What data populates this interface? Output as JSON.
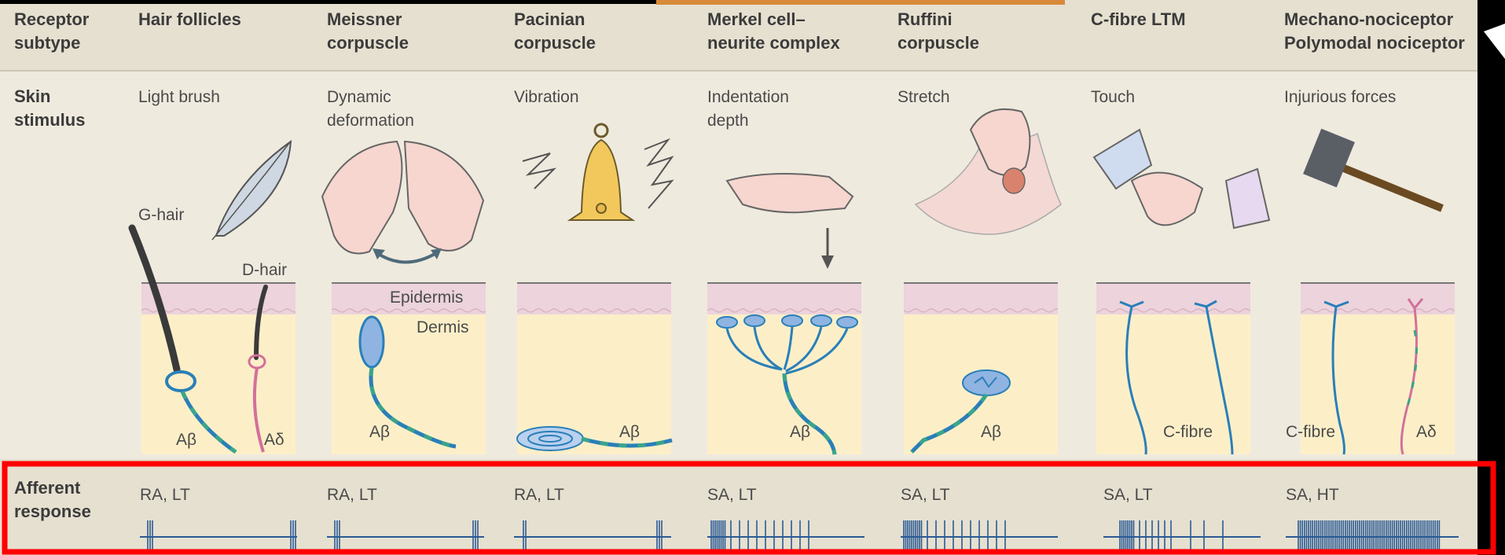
{
  "rows": {
    "receptor_subtype": "Receptor subtype",
    "skin_stimulus": "Skin stimulus",
    "afferent_response": "Afferent response"
  },
  "columns": [
    {
      "receptor": "Hair follicles",
      "stimulus": "Light brush",
      "response": "RA, LT"
    },
    {
      "receptor": "Meissner corpuscle",
      "stimulus": "Dynamic deformation",
      "response": "RA, LT"
    },
    {
      "receptor": "Pacinian corpuscle",
      "stimulus": "Vibration",
      "response": "RA, LT"
    },
    {
      "receptor": "Merkel cell–neurite complex",
      "stimulus": "Indentation depth",
      "response": "SA, LT"
    },
    {
      "receptor": "Ruffini corpuscle",
      "stimulus": "Stretch",
      "response": "SA, LT"
    },
    {
      "receptor": "C-fibre LTM",
      "stimulus": "Touch",
      "response": "SA, LT"
    },
    {
      "receptor": "Mechano-nociceptor Polymodal nociceptor",
      "stimulus": "Injurious forces",
      "response": "SA, HT"
    }
  ],
  "header_lines": {
    "r0a": "Receptor",
    "r0b": "subtype",
    "c1a": "Hair follicles",
    "c2a": "Meissner",
    "c2b": "corpuscle",
    "c3a": "Pacinian",
    "c3b": "corpuscle",
    "c4a": "Merkel cell–",
    "c4b": "neurite complex",
    "c5a": "Ruffini",
    "c5b": "corpuscle",
    "c6a": "C-fibre LTM",
    "c7a": "Mechano-nociceptor",
    "c7b": "Polymodal nociceptor"
  },
  "stimulus_lines": {
    "s0a": "Skin",
    "s0b": "stimulus",
    "s1a": "Light brush",
    "s2a": "Dynamic",
    "s2b": "deformation",
    "s3a": "Vibration",
    "s4a": "Indentation",
    "s4b": "depth",
    "s5a": "Stretch",
    "s6a": "Touch",
    "s7a": "Injurious forces"
  },
  "response_lines": {
    "a0a": "Afferent",
    "a0b": "response"
  },
  "labels": {
    "g_hair": "G-hair",
    "d_hair": "D-hair",
    "epidermis": "Epidermis",
    "dermis": "Dermis",
    "abeta": "Aβ",
    "adelta": "Aδ",
    "c_fibre": "C-fibre"
  },
  "colors": {
    "panel_bg": "#efeade",
    "epidermis": "#ecd3dc",
    "dermis": "#fcefc8",
    "nerve": "#2a7fb8",
    "myelin": "#3aa58a",
    "pink_nerve": "#d2709a",
    "spike": "#2a5a95",
    "highlight": "#ff0000"
  },
  "spike_trains": [
    {
      "id": "hair",
      "density": "phasic on/off"
    },
    {
      "id": "meissner",
      "density": "phasic on/off"
    },
    {
      "id": "pacinian",
      "density": "single on/off"
    },
    {
      "id": "merkel",
      "density": "sustained"
    },
    {
      "id": "ruffini",
      "density": "sustained"
    },
    {
      "id": "cfibre",
      "density": "sustained"
    },
    {
      "id": "nociceptor",
      "density": "dense sustained"
    }
  ]
}
